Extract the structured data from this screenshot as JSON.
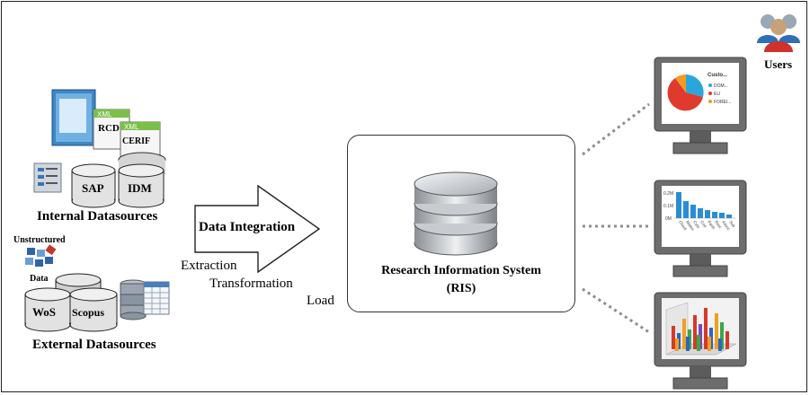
{
  "internal": {
    "label": "Internal Datasources",
    "xml1": "XML",
    "rcd": "RCD",
    "xml2": "XML",
    "cerif": "CERIF",
    "sap": "SAP",
    "idm": "IDM"
  },
  "external": {
    "label": "External Datasources",
    "unstructured": "Unstructured",
    "data": "Data",
    "wos": "WoS",
    "scopus": "Scopus"
  },
  "etl": {
    "arrow_label": "Data Integration",
    "extraction": "Extraction",
    "transformation": "Transformation",
    "load": "Load"
  },
  "ris": {
    "title": "Research Information System",
    "abbr": "(RIS)"
  },
  "users": {
    "label": "Users"
  },
  "monitor_pie": {
    "title": "Custo...",
    "legend": [
      {
        "label": "DOM...",
        "color": "#2aa6dd"
      },
      {
        "label": "EU",
        "color": "#e03a2e"
      },
      {
        "label": "FOREI...",
        "color": "#f29a22"
      }
    ]
  },
  "monitor_bar": {
    "ticks": [
      "0.2M",
      "0.1M",
      "0M"
    ],
    "categories": [
      "Cloud",
      "Mates",
      "Cyte",
      "Cod",
      "Parth",
      "Rest",
      "Assoc",
      "Sub",
      "Mtrs"
    ]
  }
}
